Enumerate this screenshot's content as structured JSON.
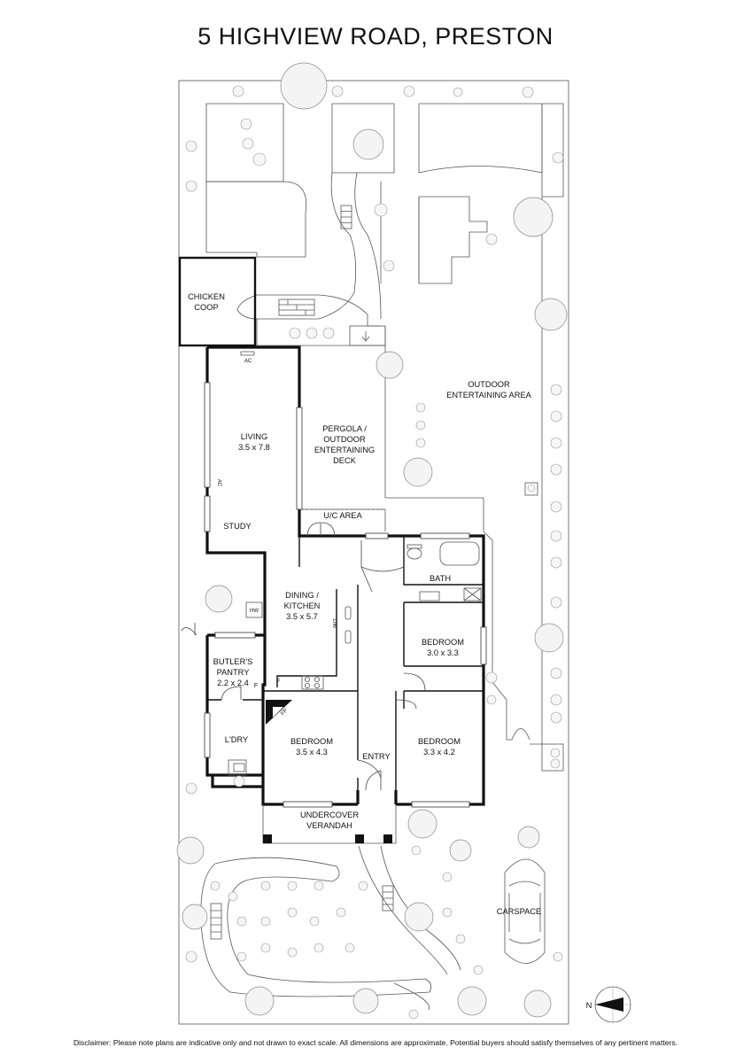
{
  "title": "5 HIGHVIEW ROAD, PRESTON",
  "disclaimer": "Disclaimer: Please note plans are indicative only and not drawn to exact scale. All dimensions are approximate. Potential buyers should satisfy themselves of any pertinent matters.",
  "rooms": {
    "chicken_coop": [
      "CHICKEN",
      "COOP"
    ],
    "living": [
      "LIVING",
      "3.5 x 7.8"
    ],
    "study": "STUDY",
    "pergola": [
      "PERGOLA /",
      "OUTDOOR",
      "ENTERTAINING",
      "DECK"
    ],
    "uc_area": "U/C AREA",
    "outdoor_entertaining": [
      "OUTDOOR",
      "ENTERTAINING AREA"
    ],
    "bath": "BATH",
    "dining_kitchen": [
      "DINING /",
      "KITCHEN",
      "3.5 x 5.7"
    ],
    "bedroom_right_upper": [
      "BEDROOM",
      "3.0 x 3.3"
    ],
    "butlers_pantry": [
      "BUTLER'S",
      "PANTRY",
      "2.2 x 2.4"
    ],
    "ldry": "L'DRY",
    "bedroom_left": [
      "BEDROOM",
      "3.5 x 4.3"
    ],
    "entry": "ENTRY",
    "bedroom_right_lower": [
      "BEDROOM",
      "3.3 x 4.2"
    ],
    "verandah": [
      "UNDERCOVER",
      "VERANDAH"
    ],
    "carspace": "CARSPACE"
  },
  "small_labels": {
    "ac_top": "AC",
    "ac_side": "AC",
    "hw": "HW",
    "dw": "DW",
    "f_pantry": "F",
    "f_kitchen": "F",
    "fp": "FP"
  },
  "compass": "N"
}
